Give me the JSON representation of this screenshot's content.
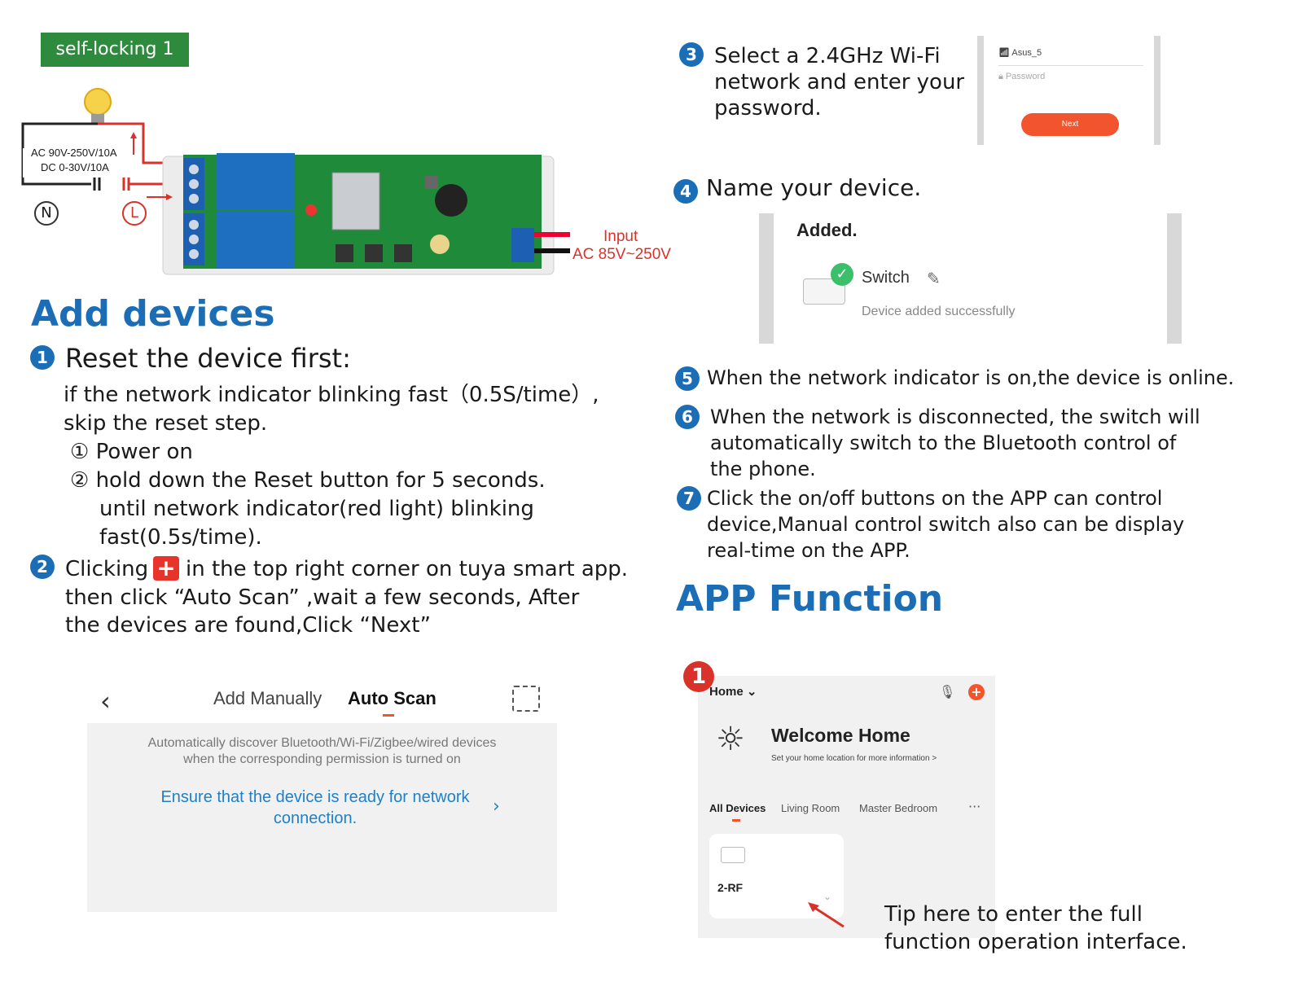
{
  "badge": "self-locking 1",
  "wiring": {
    "ac_label": "AC 90V-250V/10A",
    "dc_label": "DC 0-30V/10A",
    "neutral": "N",
    "live": "L",
    "input_label": "Input",
    "input_voltage": "AC 85V~250V"
  },
  "add_devices": {
    "title": "Add devices",
    "step1": {
      "num": "1",
      "heading": "Reset the device first:",
      "line1": "if the network indicator blinking fast（0.5S/time）,",
      "line2": "skip the reset step.",
      "sub1": "① Power on",
      "sub2": "② hold down the Reset button for 5 seconds.",
      "sub2b": "until  network indicator(red light) blinking",
      "sub2c": "fast(0.5s/time)."
    },
    "step2": {
      "num": "2",
      "pre": "Clicking",
      "post": "in the top right corner on tuya smart app.",
      "line2": "then click  “Auto Scan” ,wait a few seconds, After",
      "line3": "the devices are found,Click  “Next”"
    }
  },
  "scan_screen": {
    "tab_manual": "Add Manually",
    "tab_auto": "Auto Scan",
    "desc1": "Automatically discover Bluetooth/Wi-Fi/Zigbee/wired devices",
    "desc2": "when the corresponding permission is turned on",
    "link1": "Ensure that the device is ready for network",
    "link2": "connection."
  },
  "step3": {
    "num": "3",
    "line1": "Select a 2.4GHz Wi-Fi",
    "line2": "network and enter your",
    "line3": "password.",
    "wifi_name": "Asus_5",
    "password_placeholder": "Password",
    "next_button": "Next"
  },
  "step4": {
    "num": "4",
    "text": "Name your device.",
    "added": "Added.",
    "device_name": "Switch",
    "success": "Device added successfully"
  },
  "step5": {
    "num": "5",
    "text": "When the network indicator is on,the device is online."
  },
  "step6": {
    "num": "6",
    "line1": "When the network is disconnected, the switch will",
    "line2": "automatically switch to the Bluetooth control of",
    "line3": "the phone."
  },
  "step7": {
    "num": "7",
    "line1": "Click the on/off buttons on the APP can control",
    "line2": "device,Manual control switch also can be display",
    "line3": "real-time on the APP."
  },
  "app_function": {
    "title": "APP Function",
    "marker": "1",
    "home": "Home ⌄",
    "welcome": "Welcome Home",
    "subtitle": "Set your home location for more information  >",
    "tabs": [
      "All Devices",
      "Living Room",
      "Master Bedroom"
    ],
    "more": "···",
    "device": "2-RF",
    "tip1": "Tip here to enter the full",
    "tip2": "function operation interface."
  },
  "colors": {
    "blue": "#1b6eb5",
    "green_badge": "#2e8b3e",
    "red": "#d9322b",
    "orange": "#f2542d",
    "pcb_green": "#1f8a3a",
    "relay_blue": "#1f6fc0"
  }
}
